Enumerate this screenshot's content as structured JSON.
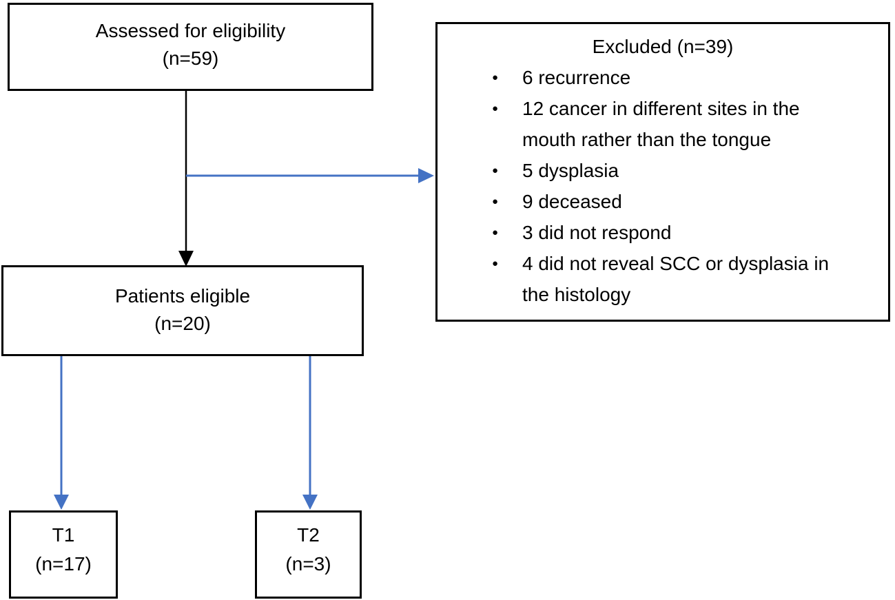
{
  "figure": {
    "type": "patient-flow-diagram",
    "colors": {
      "background": "#ffffff",
      "box_border": "#000000",
      "text": "#000000",
      "arrow_black": "#000000",
      "arrow_blue": "#4472C4"
    },
    "nodes": {
      "assessed": {
        "label": "Assessed for eligibility",
        "count": "(n=59)"
      },
      "excluded": {
        "title": "Excluded (n=39)",
        "reasons": [
          "6 recurrence",
          "12 cancer in different sites in the mouth rather than the tongue",
          "5 dysplasia",
          "9 deceased",
          "3 did not respond",
          "4 did not reveal SCC or dysplasia in the histology"
        ]
      },
      "eligible": {
        "label": "Patients eligible",
        "count": "(n=20)"
      },
      "t1": {
        "label": "T1",
        "count": "(n=17)"
      },
      "t2": {
        "label": "T2",
        "count": "(n=3)"
      }
    }
  }
}
